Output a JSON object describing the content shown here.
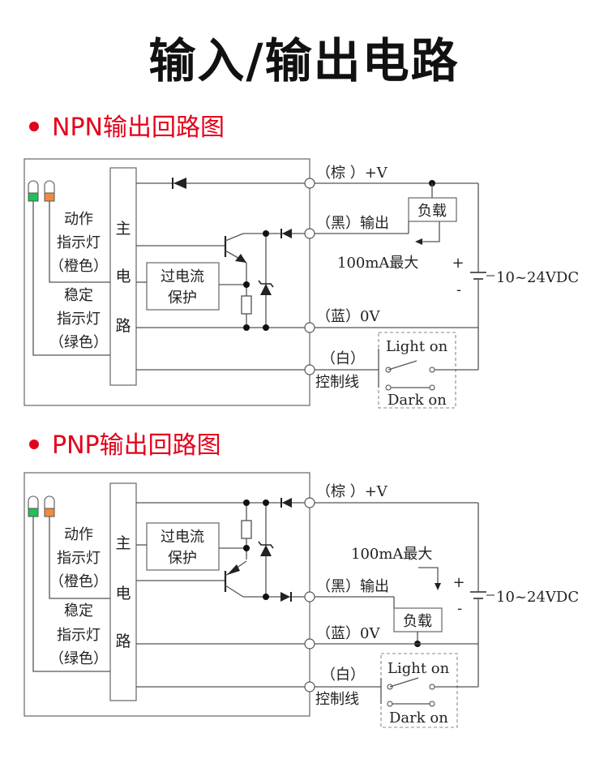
{
  "title": "输入/输出电路",
  "colors": {
    "accent": "#e3001b",
    "led_green": "#22c05a",
    "led_orange": "#f08a3c",
    "wire": "#555555"
  },
  "npn": {
    "heading": "NPN输出回路图",
    "main_circuit": [
      "主",
      "电",
      "路"
    ],
    "action_led": [
      "动作",
      "指示灯",
      "（橙色）"
    ],
    "stable_led": [
      "稳定",
      "指示灯",
      "（绿色）"
    ],
    "protect": [
      "过电流",
      "保护"
    ],
    "brown": "（棕 ）+V",
    "black": "（黑）输出",
    "blue": "（蓝）0V",
    "white": "（白）",
    "control": "控制线",
    "load": "负载",
    "max_current": "100mA最大",
    "supply": "10~24VDC",
    "plus": "+",
    "minus": "-",
    "light_on": "Light on",
    "dark_on": "Dark on"
  },
  "pnp": {
    "heading": "PNP输出回路图",
    "main_circuit": [
      "主",
      "电",
      "路"
    ],
    "action_led": [
      "动作",
      "指示灯",
      "（橙色）"
    ],
    "stable_led": [
      "稳定",
      "指示灯",
      "（绿色）"
    ],
    "protect": [
      "过电流",
      "保护"
    ],
    "brown": "（棕 ）+V",
    "black": "（黑）输出",
    "blue": "（蓝）0V",
    "white": "（白）",
    "control": "控制线",
    "load": "负载",
    "max_current": "100mA最大",
    "supply": "10~24VDC",
    "plus": "+",
    "minus": "-",
    "light_on": "Light on",
    "dark_on": "Dark on"
  }
}
